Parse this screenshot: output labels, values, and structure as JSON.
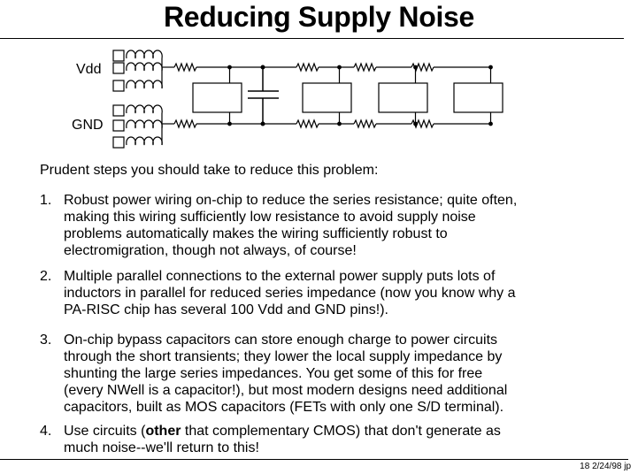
{
  "slide": {
    "title": "Reducing Supply Noise",
    "footer": "18  2/24/98  jp"
  },
  "diagram": {
    "vdd_label": "Vdd",
    "gnd_label": "GND"
  },
  "content": {
    "intro": "Prudent steps you should take to reduce this problem:",
    "points": [
      {
        "num": "1.",
        "lines": [
          "Robust power wiring on-chip to reduce the series resistance; quite often,",
          "making this wiring sufficiently low resistance to avoid supply noise",
          "problems automatically makes the wiring sufficiently robust to",
          "electromigration, though not always, of course!"
        ]
      },
      {
        "num": "2.",
        "lines": [
          "Multiple parallel connections to the external power supply puts lots of",
          "inductors in parallel for reduced series impedance (now you know why a",
          "PA-RISC chip has several 100 Vdd and GND pins!)."
        ]
      },
      {
        "num": "3.",
        "lines": [
          "On-chip bypass capacitors can store enough charge to power circuits",
          "through the short transients; they lower the local supply impedance by",
          "shunting the large series impedances.  You get some of this for free",
          "(every NWell is a capacitor!), but most modern designs need additional",
          "capacitors, built as MOS capacitors (FETs with only one S/D terminal)."
        ]
      },
      {
        "num": "4.",
        "before": "Use circuits (",
        "emph": "other",
        "after": " that complementary CMOS) that don't generate as",
        "line2": "much noise--we'll return to this!"
      }
    ]
  }
}
